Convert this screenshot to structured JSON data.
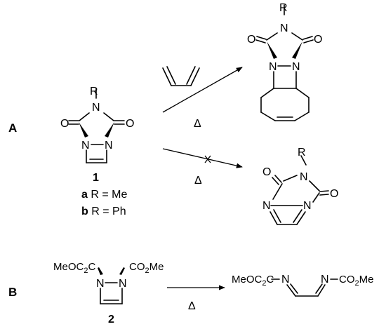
{
  "scheme_a": {
    "label": "A",
    "compound_1": {
      "number": "1",
      "r_group": "R",
      "n_label": "N",
      "o_label": "O",
      "variant_a_letter": "a",
      "variant_a_text": " R = Me",
      "variant_b_letter": "b",
      "variant_b_text": " R = Ph"
    },
    "heat_symbol": "Δ",
    "product_top": {
      "r_group": "R",
      "n_label": "N",
      "o_label": "O"
    },
    "product_bottom": {
      "r_group": "R",
      "n_label": "N",
      "o_label": "O"
    }
  },
  "scheme_b": {
    "label": "B",
    "compound_2": {
      "number": "2",
      "ester_left": "MeO",
      "ester_left_c": "C",
      "ester_right": "CO",
      "ester_right_me": "Me",
      "sub2": "2",
      "n_label": "N"
    },
    "heat_symbol": "Δ",
    "product": {
      "left_ester": "MeO",
      "left_c": "C",
      "right_co": "CO",
      "right_me": "Me",
      "sub2": "2",
      "n_label": "N"
    }
  }
}
